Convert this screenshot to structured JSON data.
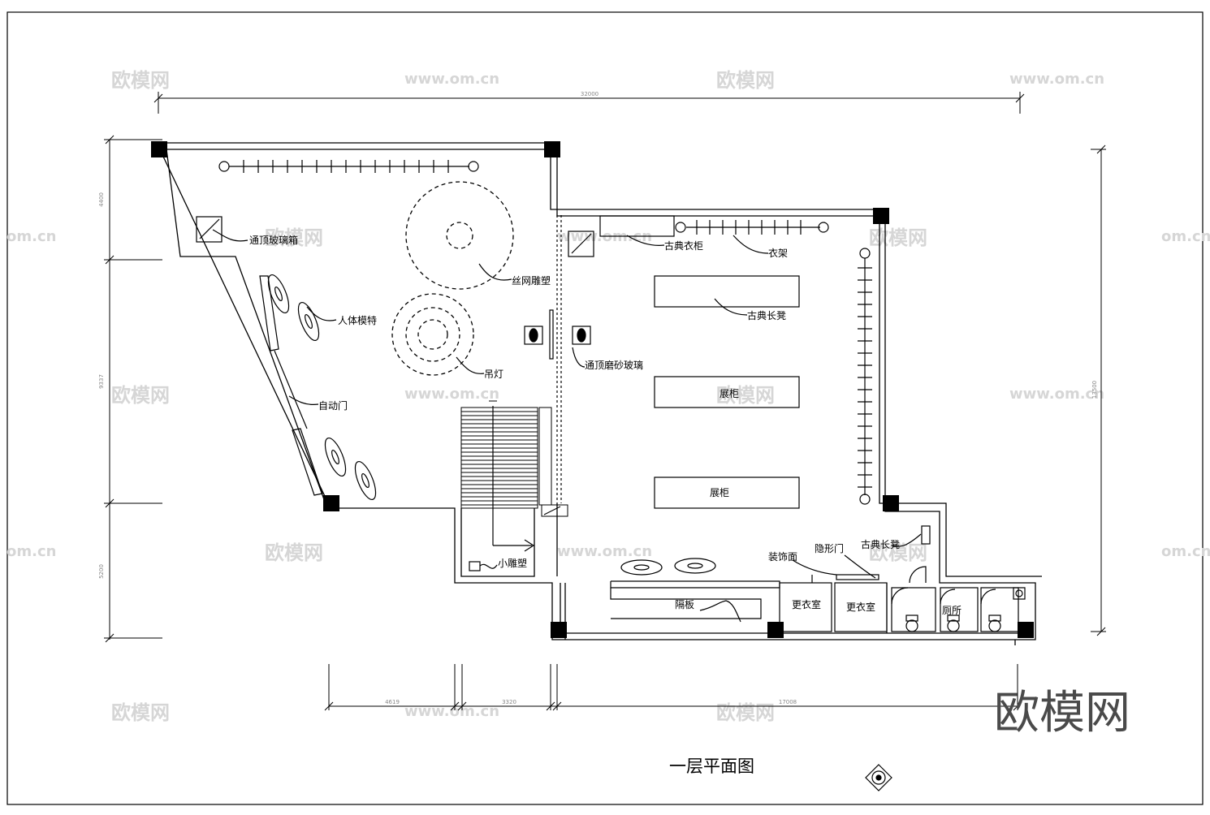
{
  "title": "一层平面图",
  "dimensions": {
    "top": "32000",
    "left_top": "4400",
    "left_mid": "9337",
    "left_bottom": "5200",
    "right": "13500",
    "bottom_1": "4619",
    "bottom_2": "3320",
    "bottom_3": "17008"
  },
  "labels": {
    "glass_box_left": "通顶玻璃箱",
    "wire_sculpture": "丝网雕塑",
    "mannequin": "人体模特",
    "pendant_lamp": "吊灯",
    "auto_door": "自动门",
    "frosted_glass": "通顶磨砂玻璃",
    "small_sculpture": "小雕塑",
    "classic_wardrobe": "古典衣柜",
    "clothes_rack": "衣架",
    "classic_bench_top": "古典长凳",
    "display_cabinet_1": "展柜",
    "display_cabinet_2": "展柜",
    "decor_wall": "装饰面",
    "hidden_door": "隐形门",
    "classic_bench_bottom": "古典长凳",
    "partition": "隔板",
    "fitting_room_1": "更衣室",
    "fitting_room_2": "更衣室",
    "toilet": "厕所"
  },
  "watermarks": {
    "logo_text": "欧模网",
    "url_text": "www.om.cn",
    "url_clip": "om.cn",
    "big_logo": "欧模网"
  },
  "colors": {
    "line": "#000000",
    "watermark": "#d6d6d6",
    "big_logo": "#4a4a4a"
  }
}
